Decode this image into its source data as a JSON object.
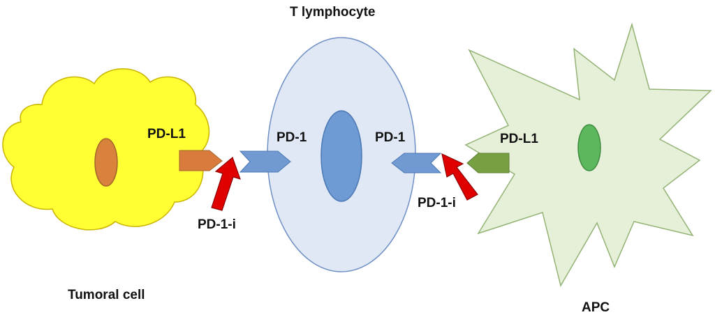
{
  "cells": {
    "tumoral": {
      "label": "Tumoral cell",
      "fill": "#ffff33",
      "stroke": "#c9b300",
      "nucleus_fill": "#d9823b",
      "nucleus_stroke": "#a5652a"
    },
    "lymphocyte": {
      "label": "T lymphocyte",
      "fill": "#e0e8f6",
      "stroke": "#6e8fc4",
      "nucleus_fill": "#6f9bd4",
      "nucleus_stroke": "#4a78b3"
    },
    "apc": {
      "label": "APC",
      "fill": "#e6f0d8",
      "stroke": "#93b274",
      "nucleus_fill": "#5cb85c",
      "nucleus_stroke": "#3f8a3f"
    }
  },
  "molecules": {
    "pdl1_tumor": {
      "label": "PD-L1",
      "color": "#d97b3d"
    },
    "pd1_left": {
      "label": "PD-1",
      "color": "#7199d2"
    },
    "pd1_right": {
      "label": "PD-1",
      "color": "#7199d2"
    },
    "pdl1_apc": {
      "label": "PD-L1",
      "color": "#77a043"
    }
  },
  "inhibitors": {
    "left": {
      "label": "PD-1-i",
      "color": "#e00000",
      "stroke": "#8a0000"
    },
    "right": {
      "label": "PD-1-i",
      "color": "#e00000",
      "stroke": "#8a0000"
    }
  }
}
